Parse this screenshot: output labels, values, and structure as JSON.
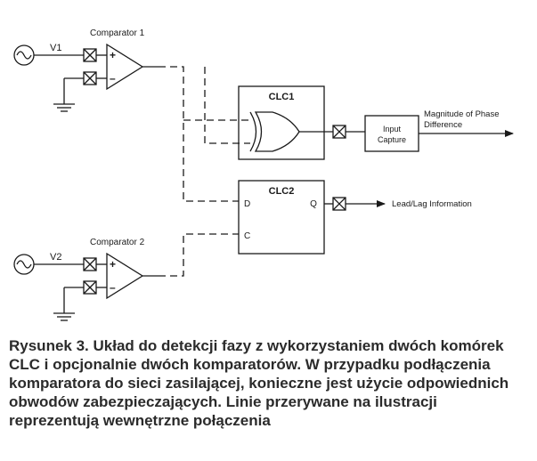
{
  "diagram": {
    "comparator1_label": "Comparator 1",
    "comparator2_label": "Comparator 2",
    "v1_label": "V1",
    "v2_label": "V2",
    "plus_sign": "+",
    "minus_sign": "–",
    "clc1_label": "CLC1",
    "clc2_label": "CLC2",
    "d_pin": "D",
    "c_pin": "C",
    "q_pin": "Q",
    "input_capture_line1": "Input",
    "input_capture_line2": "Capture",
    "magnitude_line1": "Magnitude of Phase",
    "magnitude_line2": "Difference",
    "leadlag_label": "Lead/Lag Information"
  },
  "caption": {
    "text": "Rysunek 3. Układ do detekcji fazy z wykorzystaniem dwóch komórek CLC i opcjonalnie dwóch komparatorów. W przypadku podłączenia komparatora do sieci zasilającej, konieczne jest użycie odpowiednich obwodów zabezpieczających. Linie przerywane na ilustracji reprezentują wewnętrzne połączenia"
  }
}
